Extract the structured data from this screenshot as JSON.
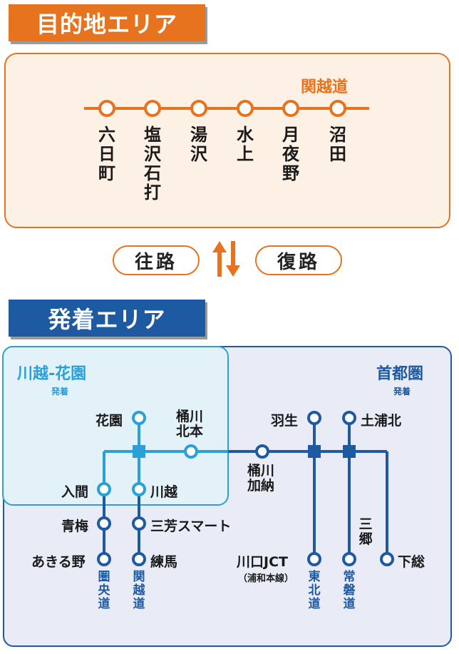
{
  "destination": {
    "title": "目的地エリア",
    "expressway": "関越道",
    "stations": [
      "六日町",
      "塩沢石打",
      "湯沢",
      "水上",
      "月夜野",
      "沼田"
    ]
  },
  "direction": {
    "outbound": "往路",
    "return": "復路"
  },
  "departure": {
    "title": "発着エリア",
    "kawagoe_area": {
      "name": "川越‐花園",
      "sub": "発着"
    },
    "shuto_area": {
      "name": "首都圏",
      "sub": "発着"
    },
    "stops": {
      "hanazono": "花園",
      "okegawa_kitamoto": "桶川\n北本",
      "hanyu": "羽生",
      "tsuchiura_kita": "土浦北",
      "okegawa_kano": "桶川\n加納",
      "iruma": "入間",
      "kawagoe": "川越",
      "ome": "青梅",
      "miyoshi": "三芳スマート",
      "akiruno": "あきる野",
      "nerima": "練馬",
      "kawaguchi": "川口JCT",
      "kawaguchi_sub": "（浦和本線）",
      "misato": "三郷",
      "shimofusa": "下総"
    },
    "roads": {
      "kenodo": "圏央道",
      "kanetsu": "関越道",
      "tohoku": "東北道",
      "joban": "常磐道"
    }
  },
  "colors": {
    "orange": "#e8731e",
    "dark_blue": "#1d5aa1",
    "light_blue": "#2aa0d8"
  }
}
